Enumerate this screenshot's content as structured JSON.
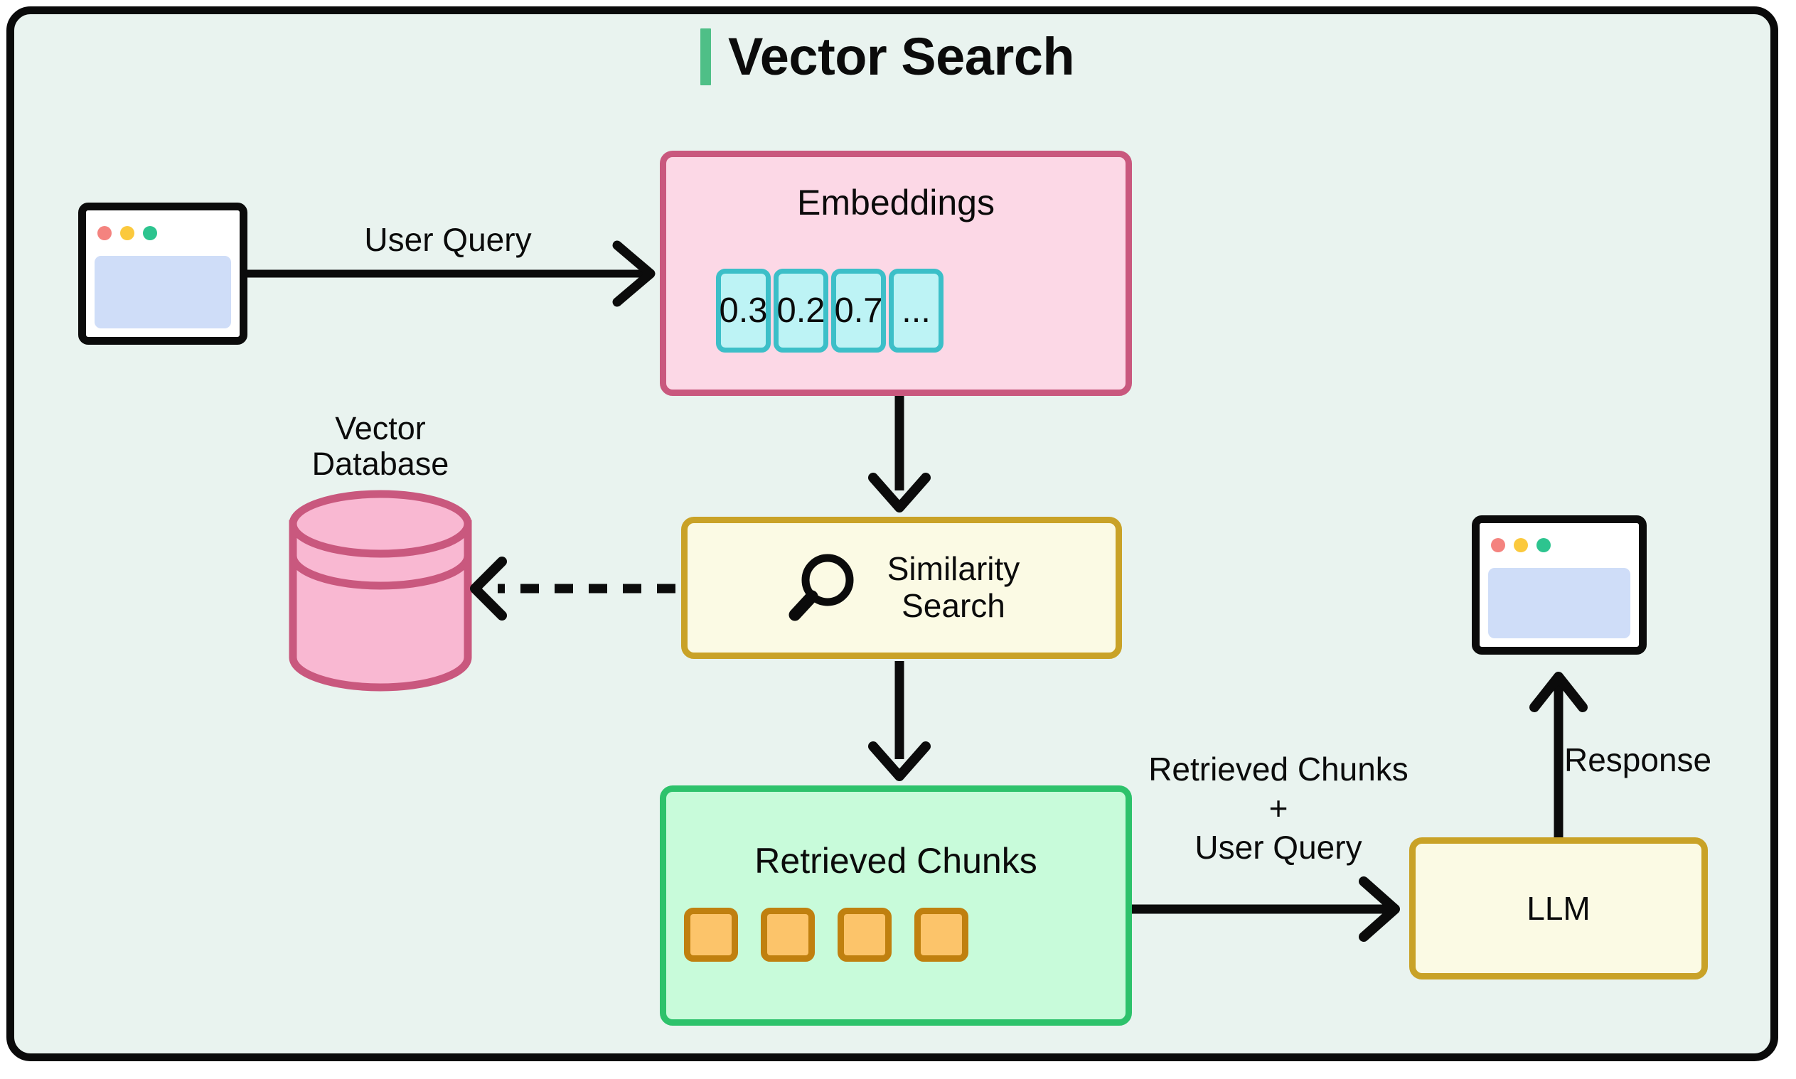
{
  "header": {
    "title": "Vector Search",
    "accent_color": "#4fbf87"
  },
  "canvas": {
    "background": "#e9f3ef",
    "border_color": "#0a0a0a"
  },
  "nodes": {
    "user_window": {
      "name": "browser-window",
      "dots": [
        "red",
        "yellow",
        "green"
      ]
    },
    "embeddings": {
      "label": "Embeddings",
      "fill": "#fcd8e6",
      "stroke": "#c9587e",
      "values": [
        "0.3",
        "0.2",
        "0.7",
        "..."
      ],
      "chip_fill": "#bdf3f5",
      "chip_stroke": "#3cbfc8"
    },
    "vector_database": {
      "label_line1": "Vector",
      "label_line2": "Database",
      "fill": "#f9b8d2",
      "stroke": "#c9587e"
    },
    "similarity_search": {
      "label_line1": "Similarity",
      "label_line2": "Search",
      "fill": "#fbfae4",
      "stroke": "#c9a227",
      "icon": "magnifier-icon"
    },
    "retrieved_chunks": {
      "label": "Retrieved Chunks",
      "fill": "#c8fbda",
      "stroke": "#2dc26b",
      "chunk_count": 4,
      "chunk_fill": "#fcc46a",
      "chunk_stroke": "#c0800f"
    },
    "llm": {
      "label": "LLM",
      "fill": "#fbfae4",
      "stroke": "#c9a227"
    },
    "response_window": {
      "name": "browser-window",
      "dots": [
        "red",
        "yellow",
        "green"
      ]
    }
  },
  "edges": {
    "user_query": {
      "label": "User Query",
      "style": "solid"
    },
    "embeddings_to_similarity": {
      "label": "",
      "style": "solid"
    },
    "similarity_to_db": {
      "label": "",
      "style": "dashed"
    },
    "similarity_to_chunks": {
      "label": "",
      "style": "solid"
    },
    "chunks_to_llm": {
      "label": "Retrieved Chunks\n+\nUser Query",
      "style": "solid"
    },
    "llm_to_response": {
      "label": "Response",
      "style": "solid"
    }
  }
}
